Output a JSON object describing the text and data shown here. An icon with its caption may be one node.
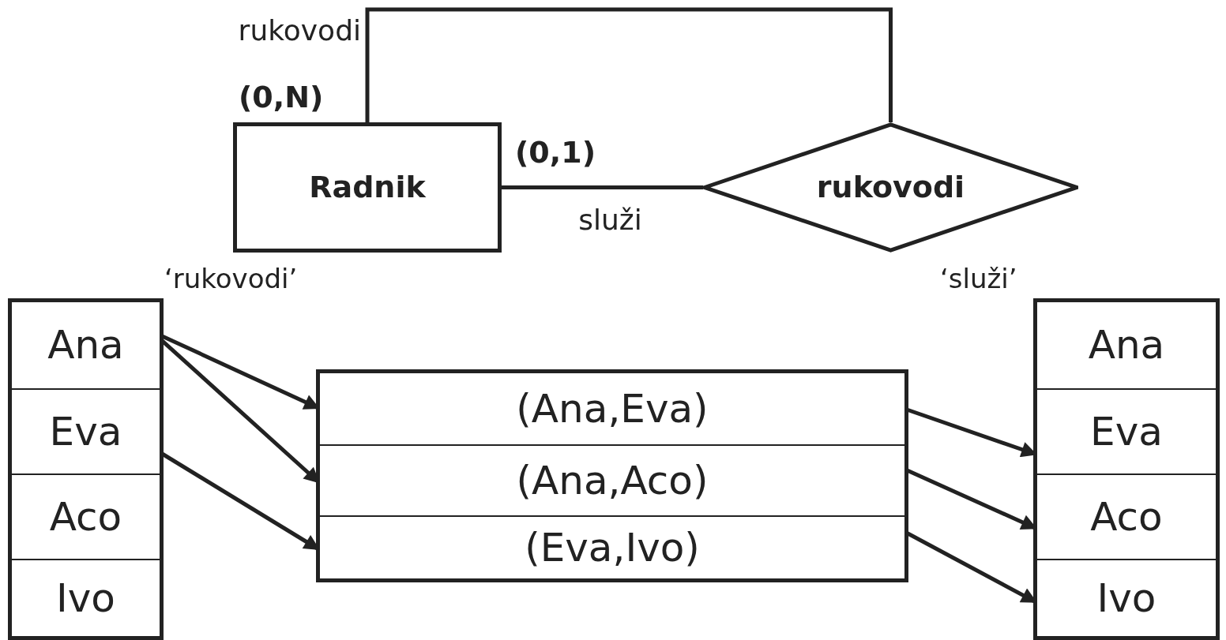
{
  "diagram": {
    "nodes": [
      {
        "text": [
          "Radnik"
        ]
      },
      {
        "text": [
          "rukovodi"
        ]
      },
      {
        "text": [],
        "shape": "box"
      },
      {
        "text": [
          "Ana"
        ],
        "in": 2
      },
      {
        "text": [
          "Eva"
        ],
        "in": 2
      },
      {
        "text": [
          "Aco"
        ],
        "in": 2
      },
      {
        "text": [
          "Ivo"
        ],
        "in": 2
      },
      {
        "text": [],
        "shape": "box"
      },
      {
        "text": [
          "(Ana,Eva)"
        ],
        "in": 7
      },
      {
        "text": [
          "(Ana,Aco)"
        ],
        "in": 7
      },
      {
        "text": [
          "(Eva,Ivo)"
        ],
        "in": 7
      },
      {
        "text": [],
        "shape": "box"
      },
      {
        "text": [
          "Ana"
        ],
        "in": 11
      },
      {
        "text": [
          "Eva"
        ],
        "in": 11
      },
      {
        "text": [
          "Aco"
        ],
        "in": 11
      },
      {
        "text": [
          "Ivo"
        ],
        "in": 11
      }
    ],
    "edges": [
      {
        "from": 0,
        "to": 1,
        "arrow": "none",
        "label": "služi"
      },
      {
        "from": 0,
        "to": 1,
        "arrow": "none"
      },
      {
        "from": 3,
        "to": 8,
        "arrow": "to"
      },
      {
        "from": 3,
        "to": 9,
        "arrow": "to"
      },
      {
        "from": 4,
        "to": 10,
        "arrow": "to"
      },
      {
        "from": 8,
        "to": 13,
        "arrow": "to"
      },
      {
        "from": 9,
        "to": 14,
        "arrow": "to"
      },
      {
        "from": 10,
        "to": 15,
        "arrow": "to"
      }
    ],
    "labels": [
      "rukovodi",
      "(0,N)",
      "(0,1)",
      "‘rukovodi’",
      "‘služi’"
    ]
  }
}
